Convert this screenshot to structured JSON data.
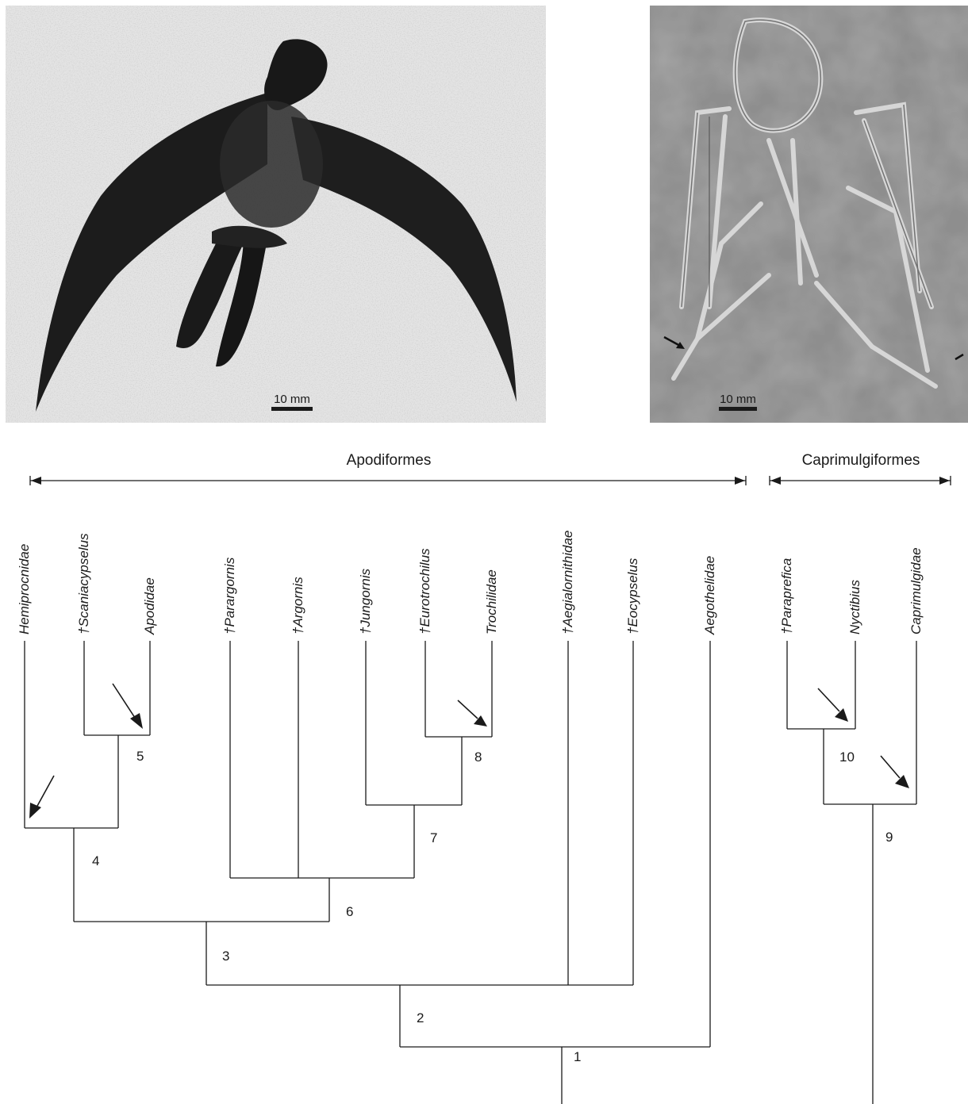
{
  "figure": {
    "left_photo": {
      "scale_label": "10 mm"
    },
    "right_photo": {
      "scale_label": "10 mm"
    },
    "groups": [
      {
        "id": "apodiformes",
        "label": "Apodiformes"
      },
      {
        "id": "caprimulgiformes",
        "label": "Caprimulgiformes"
      }
    ],
    "taxa": [
      {
        "id": "hemiprocnidae",
        "label": "Hemiprocnidae"
      },
      {
        "id": "scaniacypselus",
        "label": "†Scaniacypselus"
      },
      {
        "id": "apodidae",
        "label": "Apodidae"
      },
      {
        "id": "parargornis",
        "label": "†Parargornis"
      },
      {
        "id": "argornis",
        "label": "†Argornis"
      },
      {
        "id": "jungornis",
        "label": "†Jungornis"
      },
      {
        "id": "eurotrochilus",
        "label": "†Eurotrochilus"
      },
      {
        "id": "trochilidae",
        "label": "Trochilidae"
      },
      {
        "id": "aegialornithidae",
        "label": "†Aegialornithidae"
      },
      {
        "id": "eocypselus",
        "label": "†Eocypselus"
      },
      {
        "id": "aegothelidae",
        "label": "Aegothelidae"
      },
      {
        "id": "paraprefica",
        "label": "†Paraprefica"
      },
      {
        "id": "nyctibius",
        "label": "Nyctibius"
      },
      {
        "id": "caprimulgidae",
        "label": "Caprimulgidae"
      }
    ],
    "nodes": [
      {
        "id": "n1",
        "label": "1"
      },
      {
        "id": "n2",
        "label": "2"
      },
      {
        "id": "n3",
        "label": "3"
      },
      {
        "id": "n4",
        "label": "4"
      },
      {
        "id": "n5",
        "label": "5"
      },
      {
        "id": "n6",
        "label": "6"
      },
      {
        "id": "n7",
        "label": "7"
      },
      {
        "id": "n8",
        "label": "8"
      },
      {
        "id": "n9",
        "label": "9"
      },
      {
        "id": "n10",
        "label": "10"
      }
    ]
  }
}
